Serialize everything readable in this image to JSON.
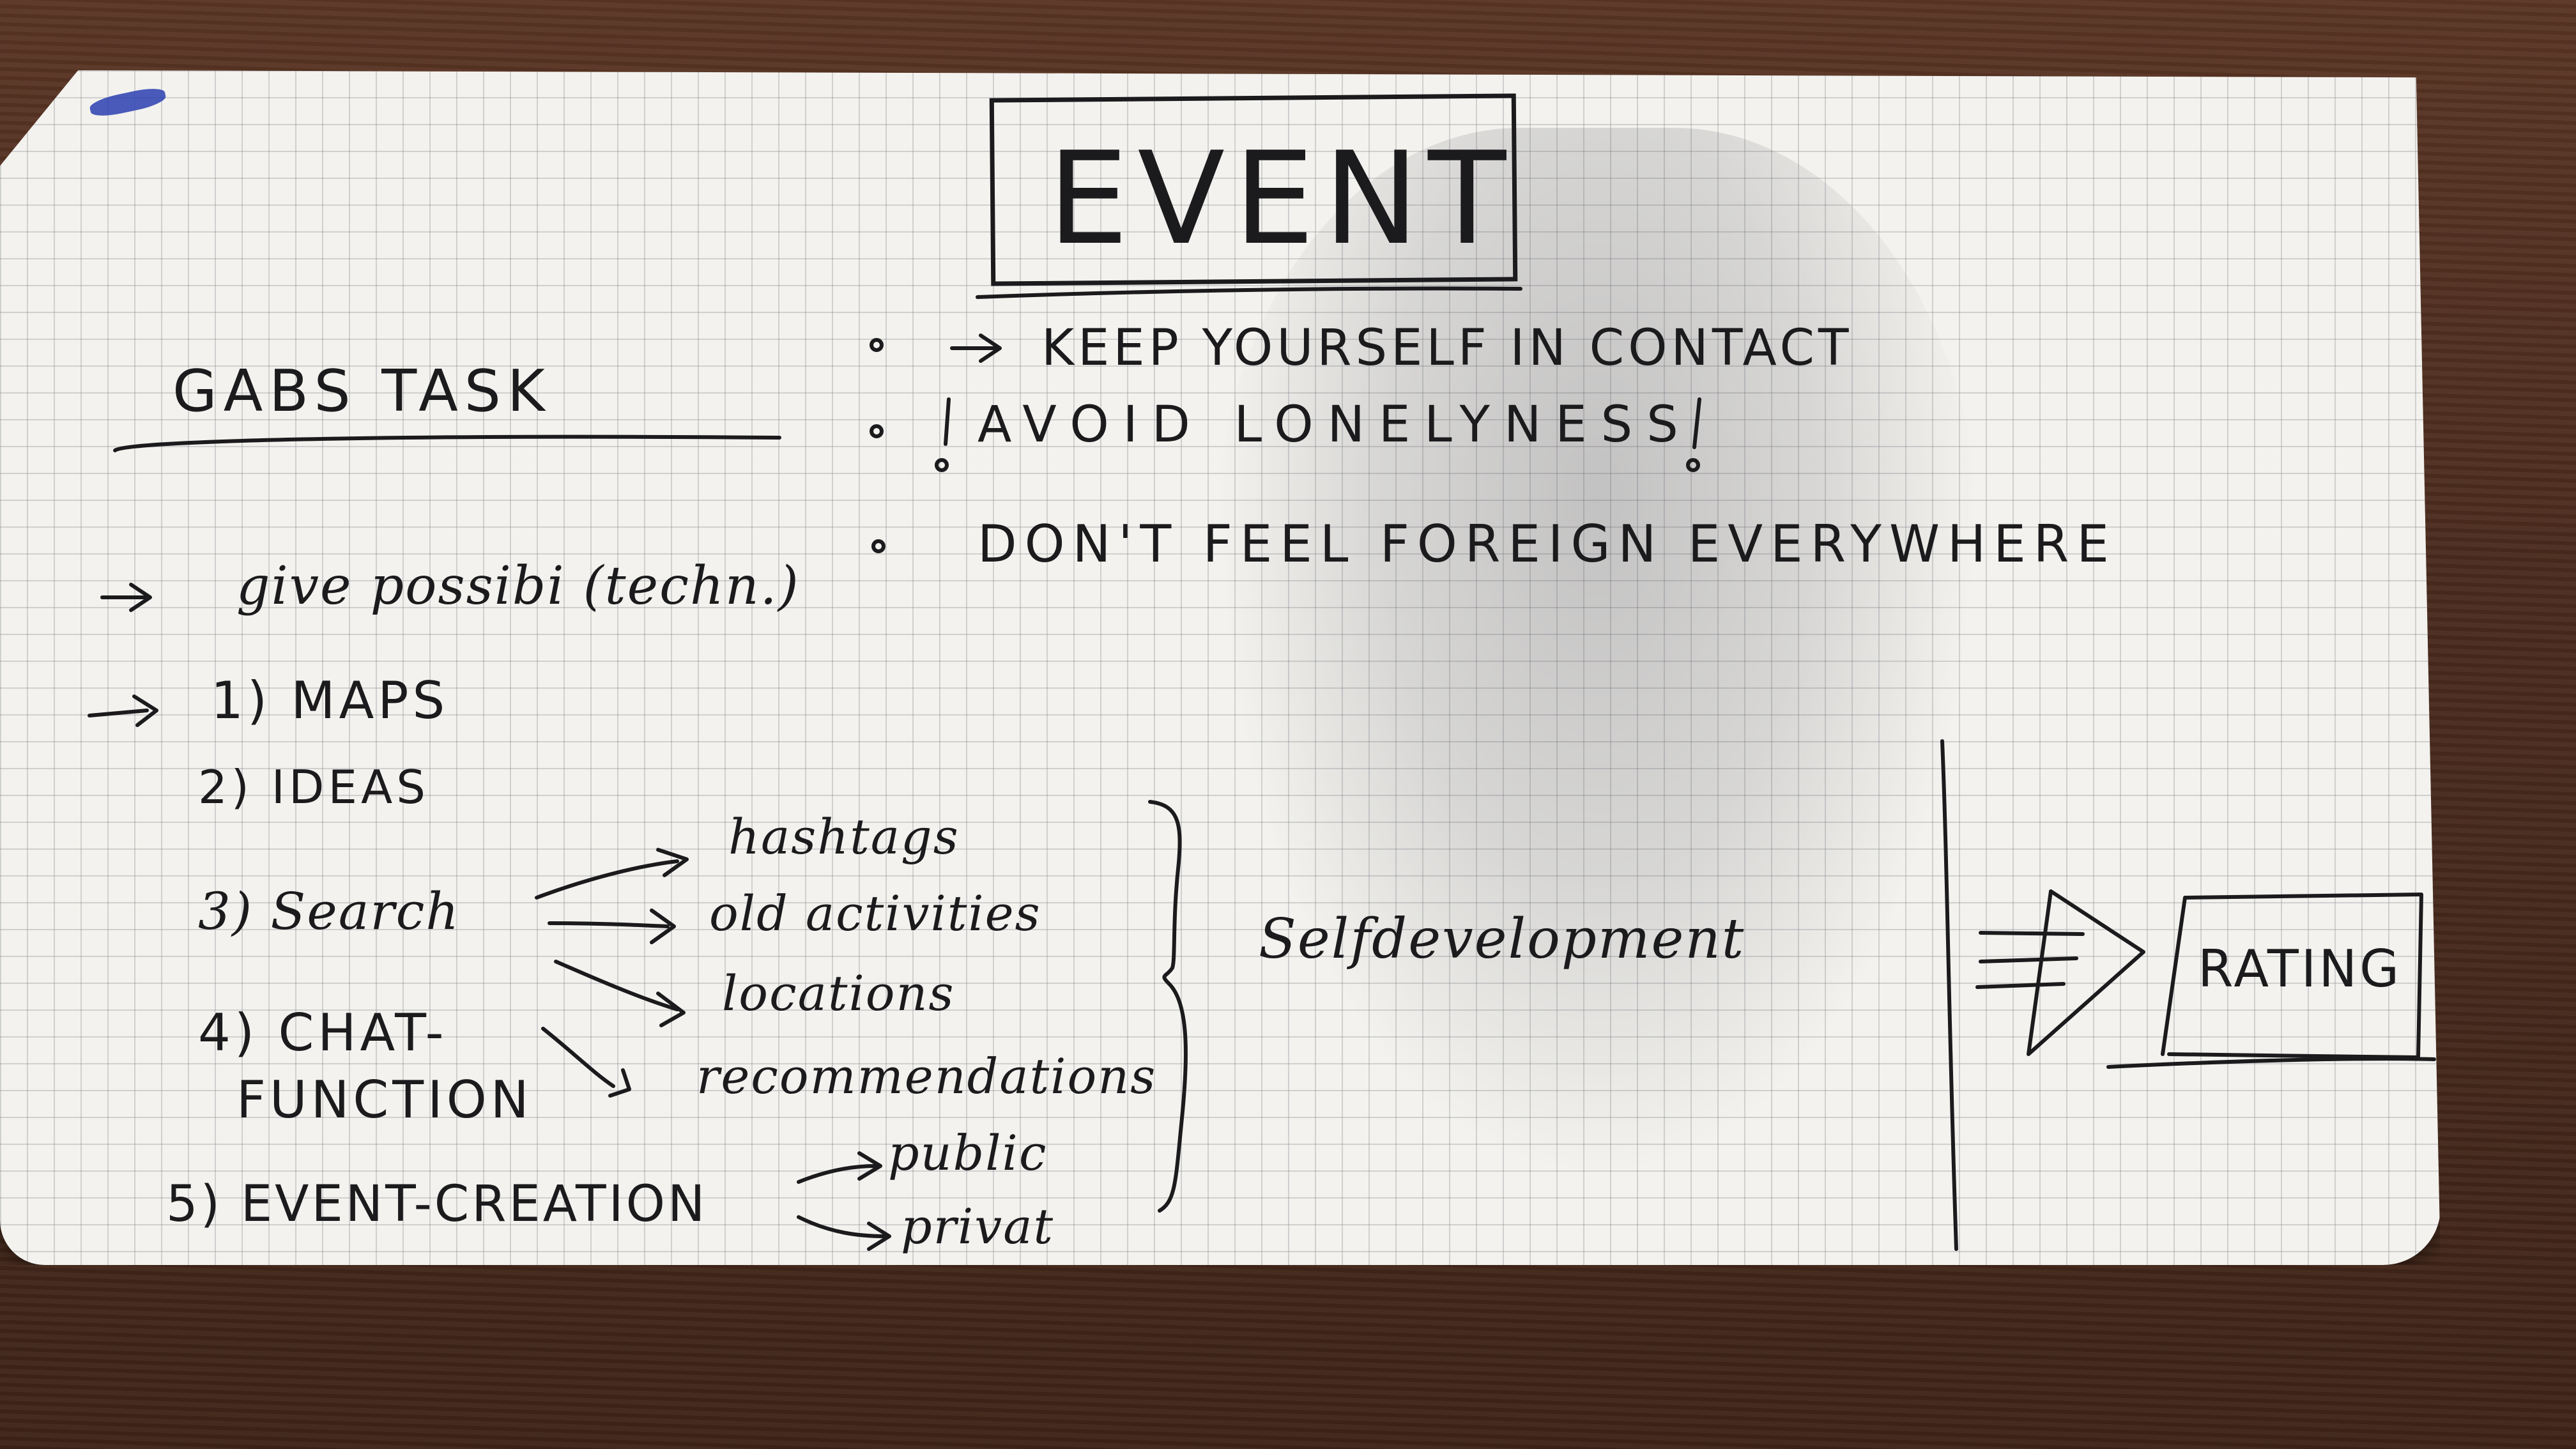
{
  "title": "EVENT",
  "gabs_task": "GABS TASK",
  "goals": [
    "KEEP YOURSELF IN CONTACT",
    "AVOID LONELYNESS",
    "DON'T FEEL FOREIGN EVERYWHERE"
  ],
  "intro": "give possibi (techn.)",
  "items": [
    "1) MAPS",
    "2) IDEAS",
    "3) Search",
    "4) CHAT-",
    "FUNCTION",
    "5) EVENT-CREATION"
  ],
  "search_branches": [
    "hashtags",
    "old activities",
    "locations",
    "recommendations"
  ],
  "creation_branches": [
    "public",
    "privat"
  ],
  "brace_label": "Selfdevelopment",
  "result": "RATING",
  "colors": {
    "ink": "#1b1b1d",
    "paper": "#f3f2ee",
    "grid": "#8a8a94",
    "table": "#4a2b1e",
    "marker": "#2a3fb0"
  }
}
